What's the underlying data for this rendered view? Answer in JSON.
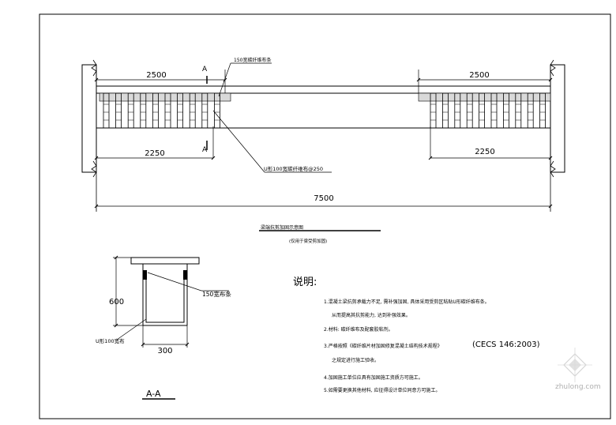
{
  "elevation": {
    "dim_left_top": "2500",
    "dim_right_top": "2500",
    "dim_left_bottom": "2250",
    "dim_right_bottom": "2250",
    "dim_total": "7500",
    "section_mark": "A",
    "callout_top": "150宽碳纤维布条",
    "callout_bottom": "U形100宽碳纤维布@250"
  },
  "title": {
    "main": "梁端抗剪加固示意图",
    "sub": "(仅用于梁受剪加固)"
  },
  "section": {
    "height": "600",
    "width": "300",
    "callout_right": "150宽布条",
    "callout_left": "U形100宽布",
    "label": "A-A"
  },
  "notes": {
    "heading": "说明:",
    "items": [
      "1.混凝土梁抗剪承载力不足, 需补强加固, 具体采用受剪区粘贴U形碳纤维布条。",
      "从而提高其抗剪能力, 达到补强效果。",
      "2.材料: 碳纤维布及配套胶粘剂。",
      "3.严格按照《碳纤维片材加固修复混凝土结构技术规程》",
      "之规定进行施工验收。",
      "4.加固施工单位应具有加固施工资质方可施工。",
      "5.如需要更换其他材料, 应征得设计单位同意方可施工。"
    ],
    "code": "(CECS 146:2003)"
  },
  "watermark": {
    "text": "zhulong.com"
  }
}
